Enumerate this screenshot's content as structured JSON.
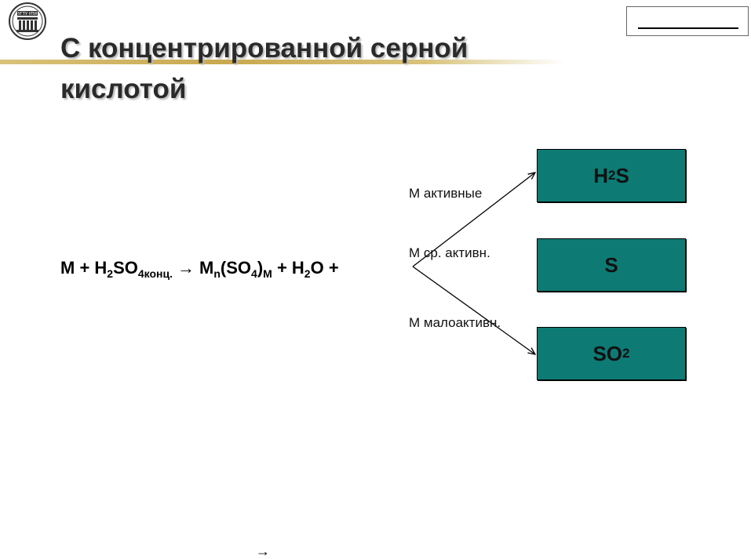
{
  "header": {
    "logo_text": "УГТУ УПИ",
    "title": "С концентрированной серной кислотой"
  },
  "equation": {
    "part_m_plus_h": "M + H",
    "sub_2a": "2",
    "part_so": "SO",
    "sub_4konc": "4конц.",
    "arrow": "→",
    "part_m": "M",
    "sub_n": "n",
    "part_so4_open": "(SO",
    "sub_4": "4",
    "part_close": ")",
    "sub_m": "M",
    "part_plus_h": " + H",
    "sub_2b": "2",
    "part_o_plus": "O +"
  },
  "branches": [
    {
      "label": "M активные"
    },
    {
      "label": "M ср. активн."
    },
    {
      "label": "M малоактивн."
    }
  ],
  "products": [
    {
      "main": "H",
      "sub": "2",
      "tail": "S"
    },
    {
      "main": "S",
      "sub": "",
      "tail": ""
    },
    {
      "main": "SO",
      "sub": "2",
      "tail": ""
    }
  ],
  "footer": {
    "arrow_glyph": "→"
  },
  "colors": {
    "box_fill": "#0d7a74",
    "title_rule": "#c9a94e"
  }
}
